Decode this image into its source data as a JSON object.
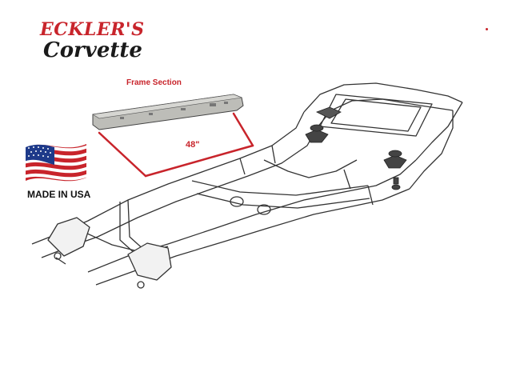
{
  "logo": {
    "line1": "ECKLER'S",
    "line2": "Corvette"
  },
  "labels": {
    "frame_section": "Frame Section",
    "dimension": "48\"",
    "made_in_usa": "MADE IN USA"
  },
  "colors": {
    "accent_red": "#c8242b",
    "flag_blue": "#1e3a8a",
    "line_art": "#333333"
  },
  "icons": {
    "flag": "us-flag-icon",
    "dot": "red-dot-icon"
  }
}
